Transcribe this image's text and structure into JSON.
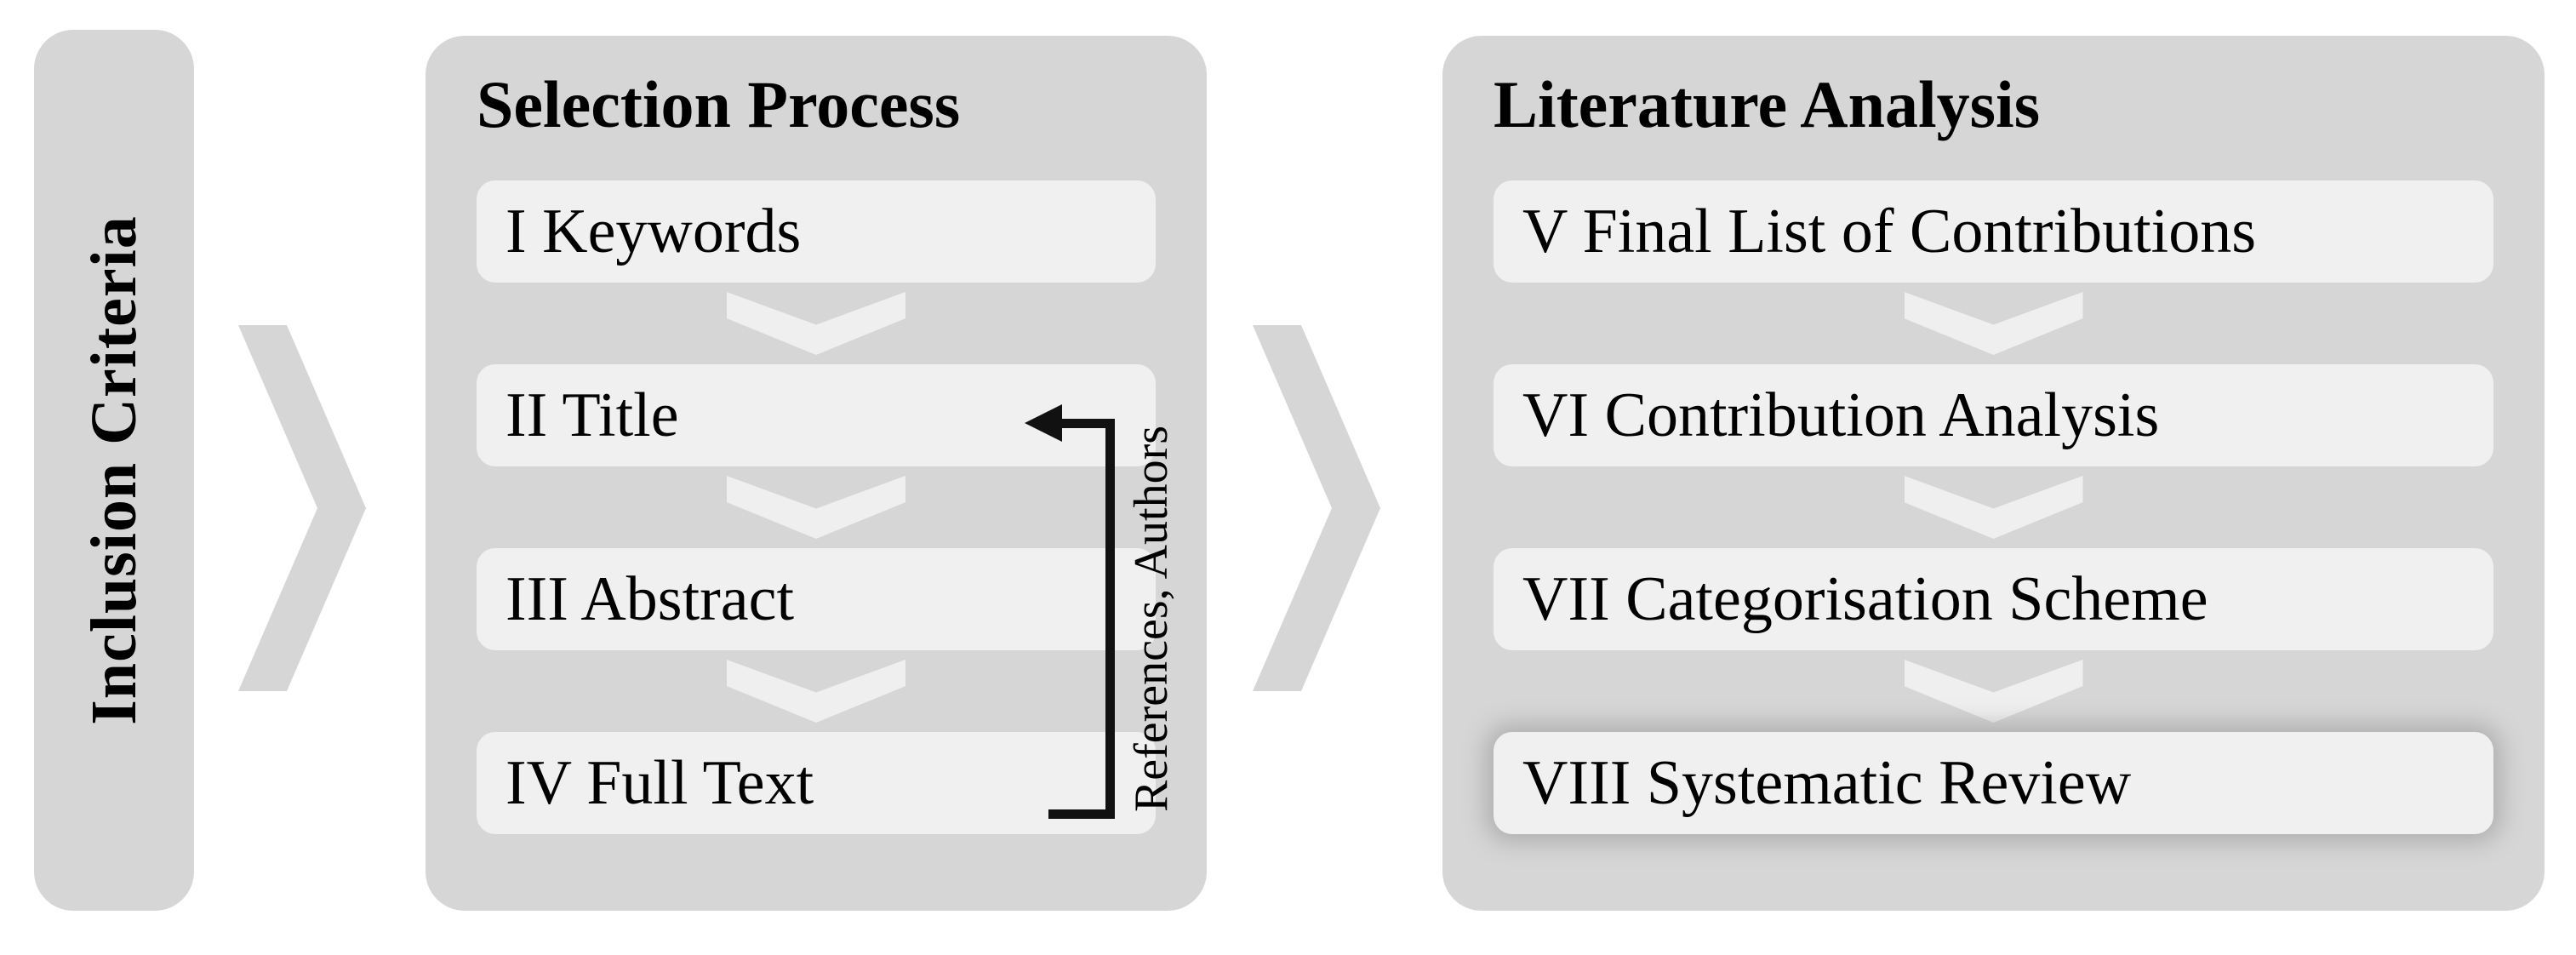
{
  "diagram": {
    "colors": {
      "panel_background": "#d6d6d6",
      "box_background": "#f0f0f0",
      "chevron": "#efefef",
      "arrow": "#111111",
      "text": "#000000",
      "canvas": "#ffffff"
    },
    "inclusion": {
      "label": "Inclusion Criteria"
    },
    "selection": {
      "title": "Selection Process",
      "steps": [
        {
          "label": "I Keywords",
          "highlight": false
        },
        {
          "label": "II Title",
          "highlight": false
        },
        {
          "label": "III Abstract",
          "highlight": false
        },
        {
          "label": "IV Full Text",
          "highlight": false
        }
      ],
      "feedback": {
        "label": "References, Authors",
        "from_step": "IV Full Text",
        "to_step": "II Title"
      }
    },
    "analysis": {
      "title": "Literature Analysis",
      "steps": [
        {
          "label": "V Final List of Contributions",
          "highlight": false
        },
        {
          "label": "VI Contribution Analysis",
          "highlight": false
        },
        {
          "label": "VII Categorisation Scheme",
          "highlight": false
        },
        {
          "label": "VIII Systematic Review",
          "highlight": true
        }
      ]
    },
    "connectors": {
      "stage_chevron_1": "chevron-right-icon",
      "stage_chevron_2": "chevron-right-icon",
      "step_chevron": "chevron-down-icon"
    }
  }
}
